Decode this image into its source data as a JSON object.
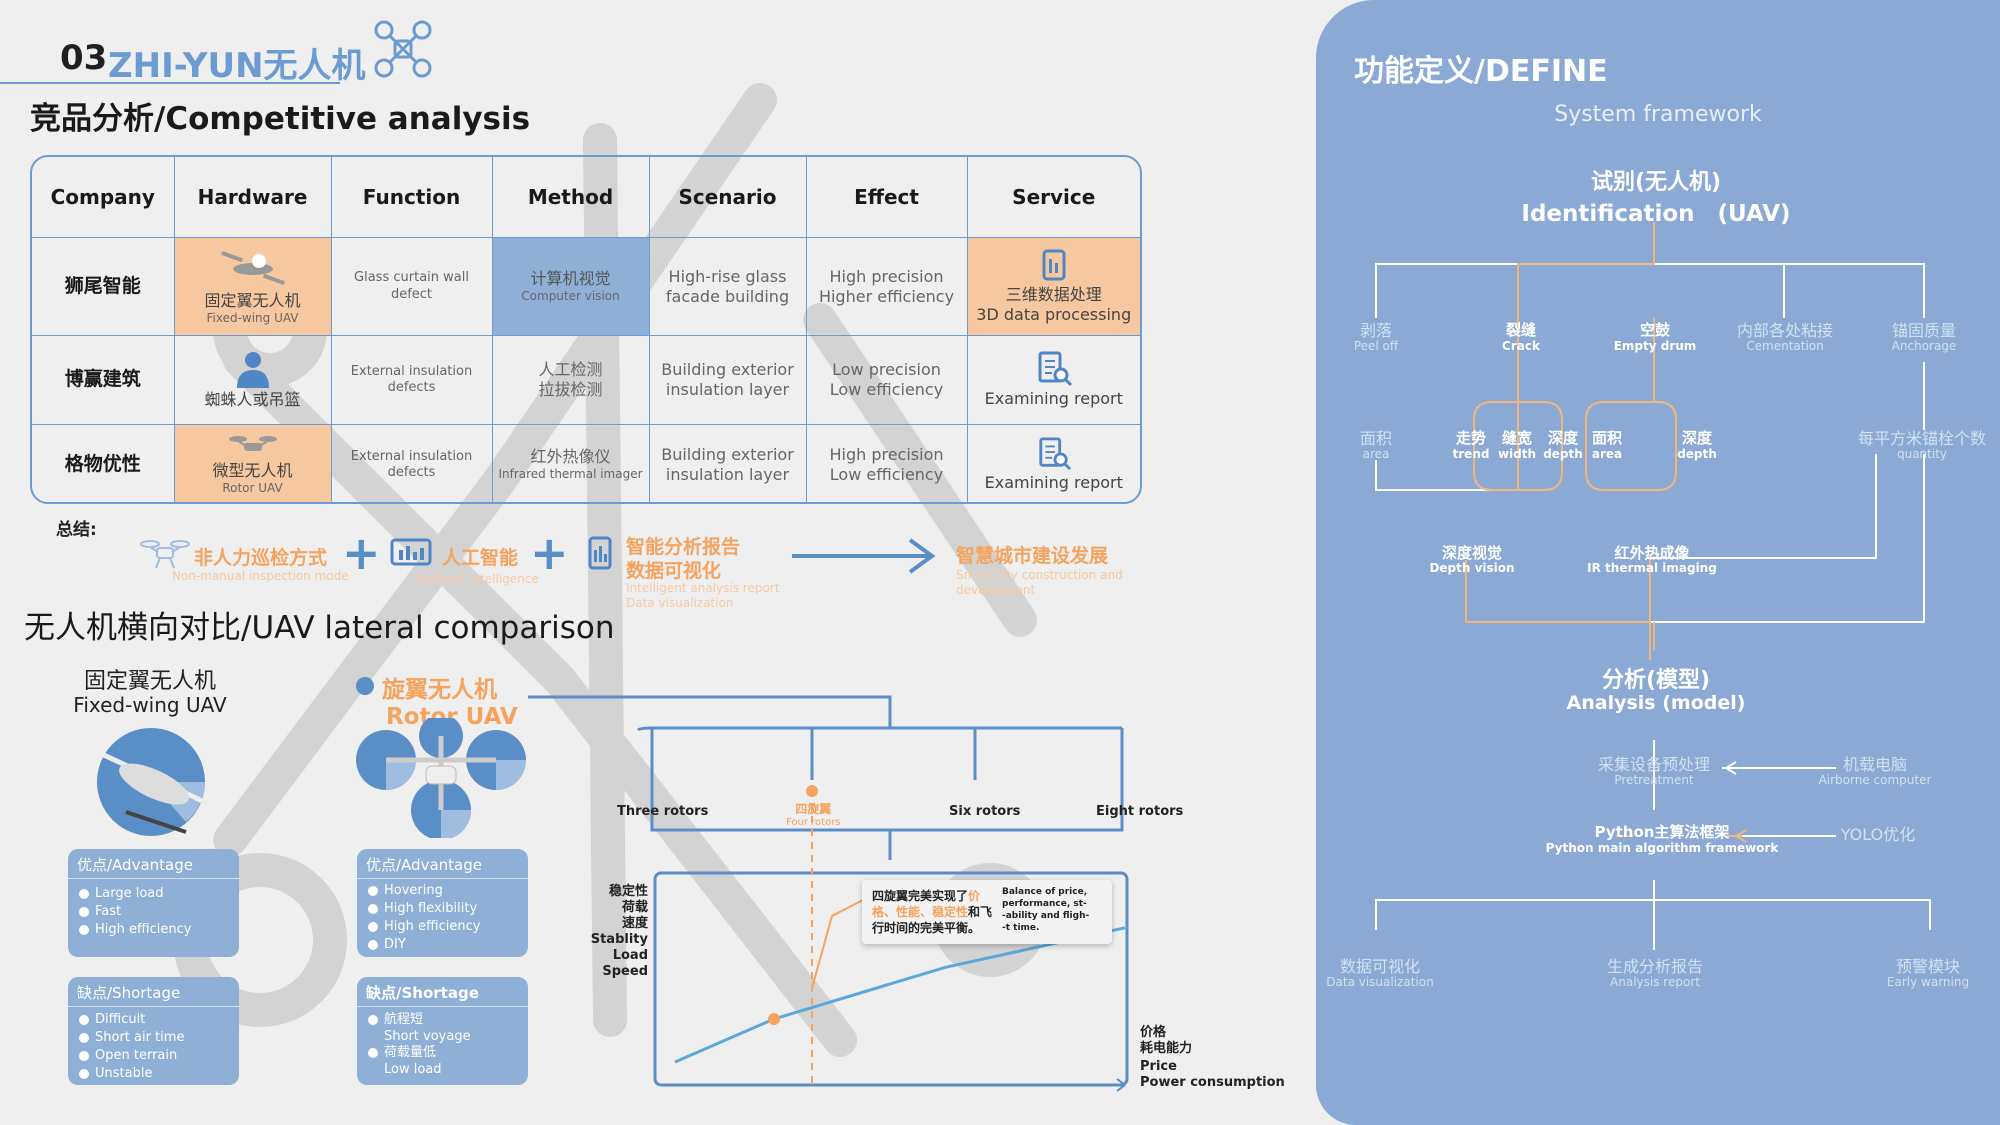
{
  "header": {
    "number": "03",
    "title": "ZHI-YUN无人机",
    "competitive_title": "竞品分析/Competitive analysis"
  },
  "table": {
    "headers": [
      "Company",
      "Hardware",
      "Function",
      "Method",
      "Scenario",
      "Effect",
      "Service"
    ],
    "rows": [
      {
        "company": "狮尾智能",
        "hardware_cn": "固定翼无人机",
        "hardware_en": "Fixed-wing UAV",
        "function": "Glass curtain wall defect",
        "method_cn": "计算机视觉",
        "method_en": "Computer vision",
        "scenario_1": "High-rise glass",
        "scenario_2": "facade building",
        "effect_1": "High precision",
        "effect_2": "Higher efficiency",
        "service_1": "三维数据处理",
        "service_2": "3D data processing"
      },
      {
        "company": "博赢建筑",
        "hardware_cn": "蜘蛛人或吊篮",
        "function_1": "External insulation",
        "function_2": "defects",
        "method_1": "人工检测",
        "method_2": "拉拔检测",
        "scenario_1": "Building exterior",
        "scenario_2": "insulation layer",
        "effect_1": "Low precision",
        "effect_2": "Low efficiency",
        "service": "Examining report"
      },
      {
        "company": "格物优性",
        "hardware_cn": "微型无人机",
        "hardware_en": "Rotor UAV",
        "function_1": "External insulation",
        "function_2": "defects",
        "method_cn": "红外热像仪",
        "method_en": "Infrared thermal imager",
        "scenario_1": "Building exterior",
        "scenario_2": "insulation layer",
        "effect_1": "High precision",
        "effect_2": "Low efficiency",
        "service": "Examining report"
      }
    ]
  },
  "summary": {
    "label": "总结:",
    "item1_cn": "非人力巡检方式",
    "item1_en": "Non-manual inspection mode",
    "item2_cn": "人工智能",
    "item2_en": "Artificial intelligence",
    "item3_cn1": "智能分析报告",
    "item3_cn2": "数据可视化",
    "item3_en1": "Intelligent analysis report",
    "item3_en2": "Data visualization",
    "result_cn": "智慧城市建设发展",
    "result_en1": "Smart city construction and",
    "result_en2": "development"
  },
  "lateral": {
    "title": "无人机横向对比/UAV lateral comparison",
    "fixed": {
      "name_cn": "固定翼无人机",
      "name_en": "Fixed-wing UAV",
      "adv_title": "优点/Advantage",
      "adv": [
        "Large load",
        "Fast",
        "High efficiency"
      ],
      "short_title": "缺点/Shortage",
      "short": [
        "Difficult",
        "Short air time",
        "Open terrain",
        "Unstable"
      ]
    },
    "rotor": {
      "name_cn": "旋翼无人机",
      "name_en": "Rotor UAV",
      "adv_title": "优点/Advantage",
      "adv": [
        "Hovering",
        "High flexibility",
        "High efficiency",
        "DIY"
      ],
      "short_title": "缺点/Shortage",
      "short1_cn": "航程短",
      "short1_en": "Short voyage",
      "short2_cn": "荷载量低",
      "short2_en": "Low load"
    },
    "rotors": {
      "three": "Three rotors",
      "four_cn": "四旋翼",
      "four_en": "Four rotors",
      "six": "Six rotors",
      "eight": "Eight rotors"
    }
  },
  "chart_data": {
    "type": "line",
    "y_label_lines": [
      "稳定性",
      "荷载",
      "速度",
      "Stablity",
      "Load",
      "Speed"
    ],
    "x_label_lines": [
      "价格",
      "耗电能力",
      "Price",
      "Power consumption"
    ],
    "series": [
      {
        "values": [
          [
            0,
            0
          ],
          [
            0.22,
            0.25
          ],
          [
            0.6,
            0.55
          ],
          [
            1,
            0.78
          ]
        ]
      }
    ],
    "highlight_x": 0.22,
    "annotation": {
      "cn1": "四旋翼完美实现了",
      "cn1_hl": "价",
      "cn2_hl": "格、性能、稳定性",
      "cn2": "和飞",
      "cn3": "行时间的完美平衡。",
      "en1": "Balance of price,",
      "en2": "performance, st-",
      "en3": "-ability and fligh-",
      "en4": "-t time."
    }
  },
  "define": {
    "title": "功能定义/DEFINE",
    "subtitle": "System framework",
    "root_cn": "试别(无人机)",
    "root_en": "Identification　(UAV)",
    "cats": [
      {
        "cn": "剥落",
        "en": "Peel off"
      },
      {
        "cn": "裂缝",
        "en": "Crack"
      },
      {
        "cn": "空鼓",
        "en": "Empty drum"
      },
      {
        "cn": "内部各处粘接",
        "en": "Cementation"
      },
      {
        "cn": "锚固质量",
        "en": "Anchorage"
      }
    ],
    "attrs": [
      {
        "cn": "面积",
        "en": "area"
      },
      {
        "cn": "走势",
        "en": "trend"
      },
      {
        "cn": "缝宽",
        "en": "width"
      },
      {
        "cn": "深度",
        "en": "depth"
      },
      {
        "cn": "面积",
        "en": "area"
      },
      {
        "cn": "深度",
        "en": "depth"
      },
      {
        "cn": "每平方米锚栓个数",
        "en": "quantity"
      }
    ],
    "methods": [
      {
        "cn": "深度视觉",
        "en": "Depth vision"
      },
      {
        "cn": "红外热成像",
        "en": "IR thermal imaging"
      }
    ],
    "analysis_cn": "分析(模型)",
    "analysis_en": "Analysis (model)",
    "pre_cn": "采集设备预处理",
    "pre_en": "Pretreatment",
    "air_cn": "机载电脑",
    "air_en": "Airborne computer",
    "py_cn": "Python主算法框架",
    "py_en": "Python main algorithm framework",
    "yolo": "YOLO优化",
    "outputs": [
      {
        "cn": "数据可视化",
        "en": "Data visualization"
      },
      {
        "cn": "生成分析报告",
        "en": "Analysis report"
      },
      {
        "cn": "预警模块",
        "en": "Early warning"
      }
    ]
  },
  "colors": {
    "accent_blue": "#6b9bd1",
    "accent_orange": "#f5a35f",
    "panel": "#8aaad5"
  }
}
